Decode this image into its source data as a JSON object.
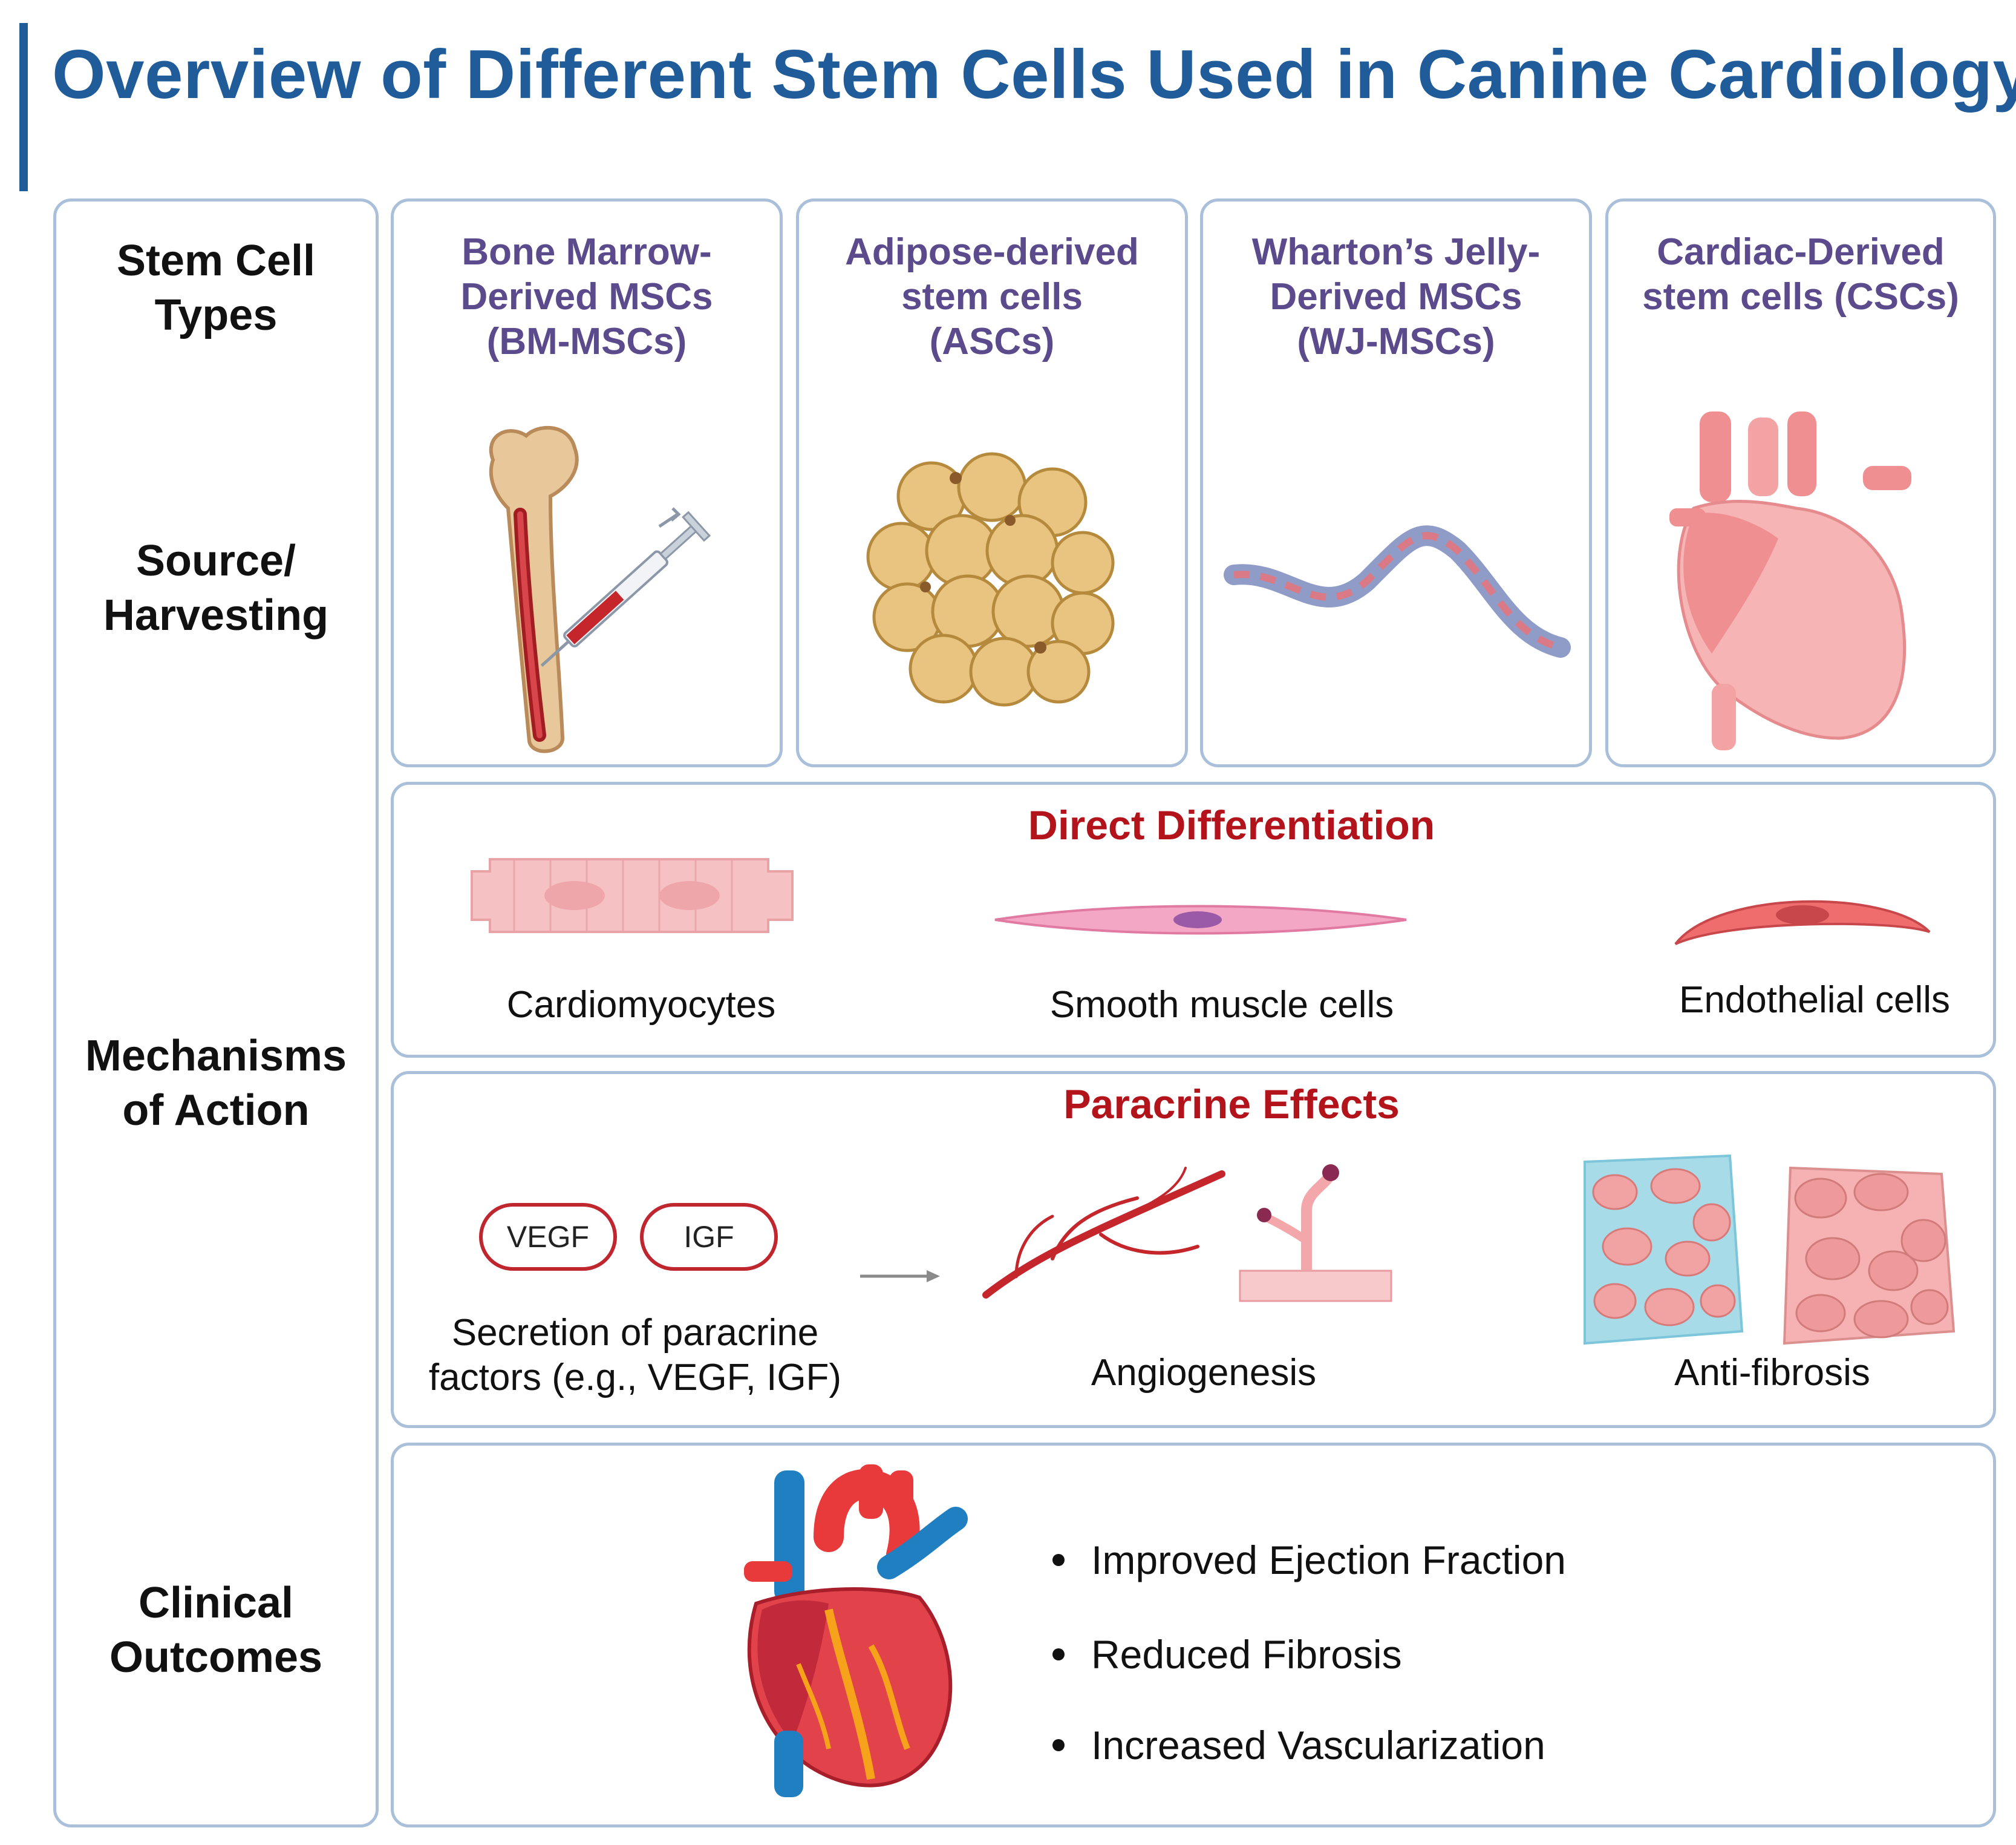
{
  "title": "Overview of Different Stem Cells Used in Canine Cardiology",
  "row_labels": {
    "types": [
      "Stem Cell",
      "Types"
    ],
    "source": [
      "Source/",
      "Harvesting"
    ],
    "mechanisms": [
      "Mechanisms",
      "of Action"
    ],
    "outcomes": [
      "Clinical",
      "Outcomes"
    ]
  },
  "stem_cells": [
    {
      "lines": [
        "Bone Marrow-",
        "Derived MSCs",
        "(BM-MSCs)"
      ],
      "icon": "bone-marrow-syringe-icon"
    },
    {
      "lines": [
        "Adipose-derived",
        "stem cells",
        "(ASCs)"
      ],
      "icon": "adipose-cells-icon"
    },
    {
      "lines": [
        "Wharton’s Jelly-",
        "Derived MSCs",
        "(WJ-MSCs)"
      ],
      "icon": "umbilical-cord-icon"
    },
    {
      "lines": [
        "Cardiac-Derived",
        "stem cells (CSCs)"
      ],
      "icon": "heart-icon"
    }
  ],
  "direct_differentiation": {
    "title": "Direct Differentiation",
    "cells": [
      "Cardiomyocytes",
      "Smooth muscle cells",
      "Endothelial cells"
    ]
  },
  "paracrine": {
    "title": "Paracrine Effects",
    "factors": [
      "VEGF",
      "IGF"
    ],
    "secretion": [
      "Secretion of paracrine",
      "factors (e.g., VEGF, IGF)"
    ],
    "angiogenesis": "Angiogenesis",
    "antifibrosis": "Anti-fibrosis"
  },
  "outcomes": [
    "Improved Ejection Fraction",
    "Reduced Fibrosis",
    "Increased Vascularization"
  ],
  "colors": {
    "title": "#1f5c99",
    "border": "#a9bfda",
    "cell_title": "#5b4a8c",
    "section_title": "#b3141c"
  }
}
